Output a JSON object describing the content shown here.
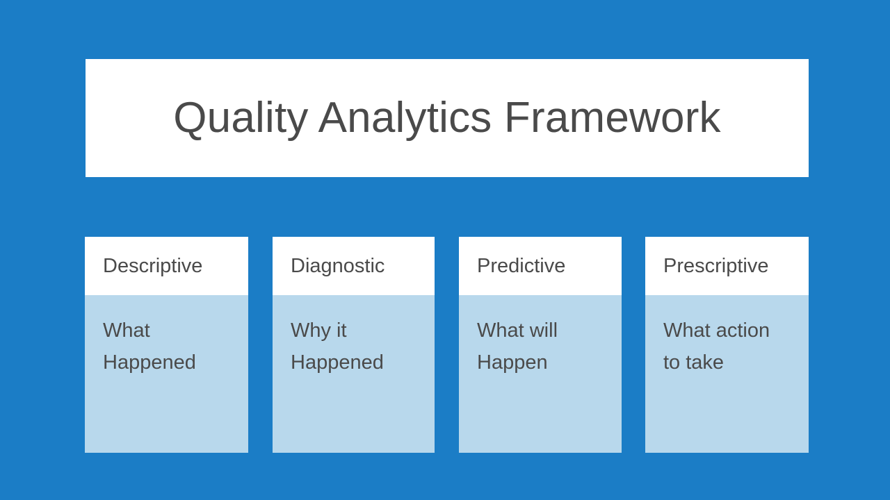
{
  "slide": {
    "background_color": "#1b7dc6",
    "title": "Quality Analytics Framework",
    "title_color": "#4a4a4a",
    "card_header_bg": "#ffffff",
    "card_body_bg": "#b8d8ec"
  },
  "cards": [
    {
      "header": "Descriptive",
      "body": "What\nHappened"
    },
    {
      "header": "Diagnostic",
      "body": "Why it\nHappened"
    },
    {
      "header": "Predictive",
      "body": "What will\nHappen"
    },
    {
      "header": "Prescriptive",
      "body": "What action\nto take"
    }
  ]
}
